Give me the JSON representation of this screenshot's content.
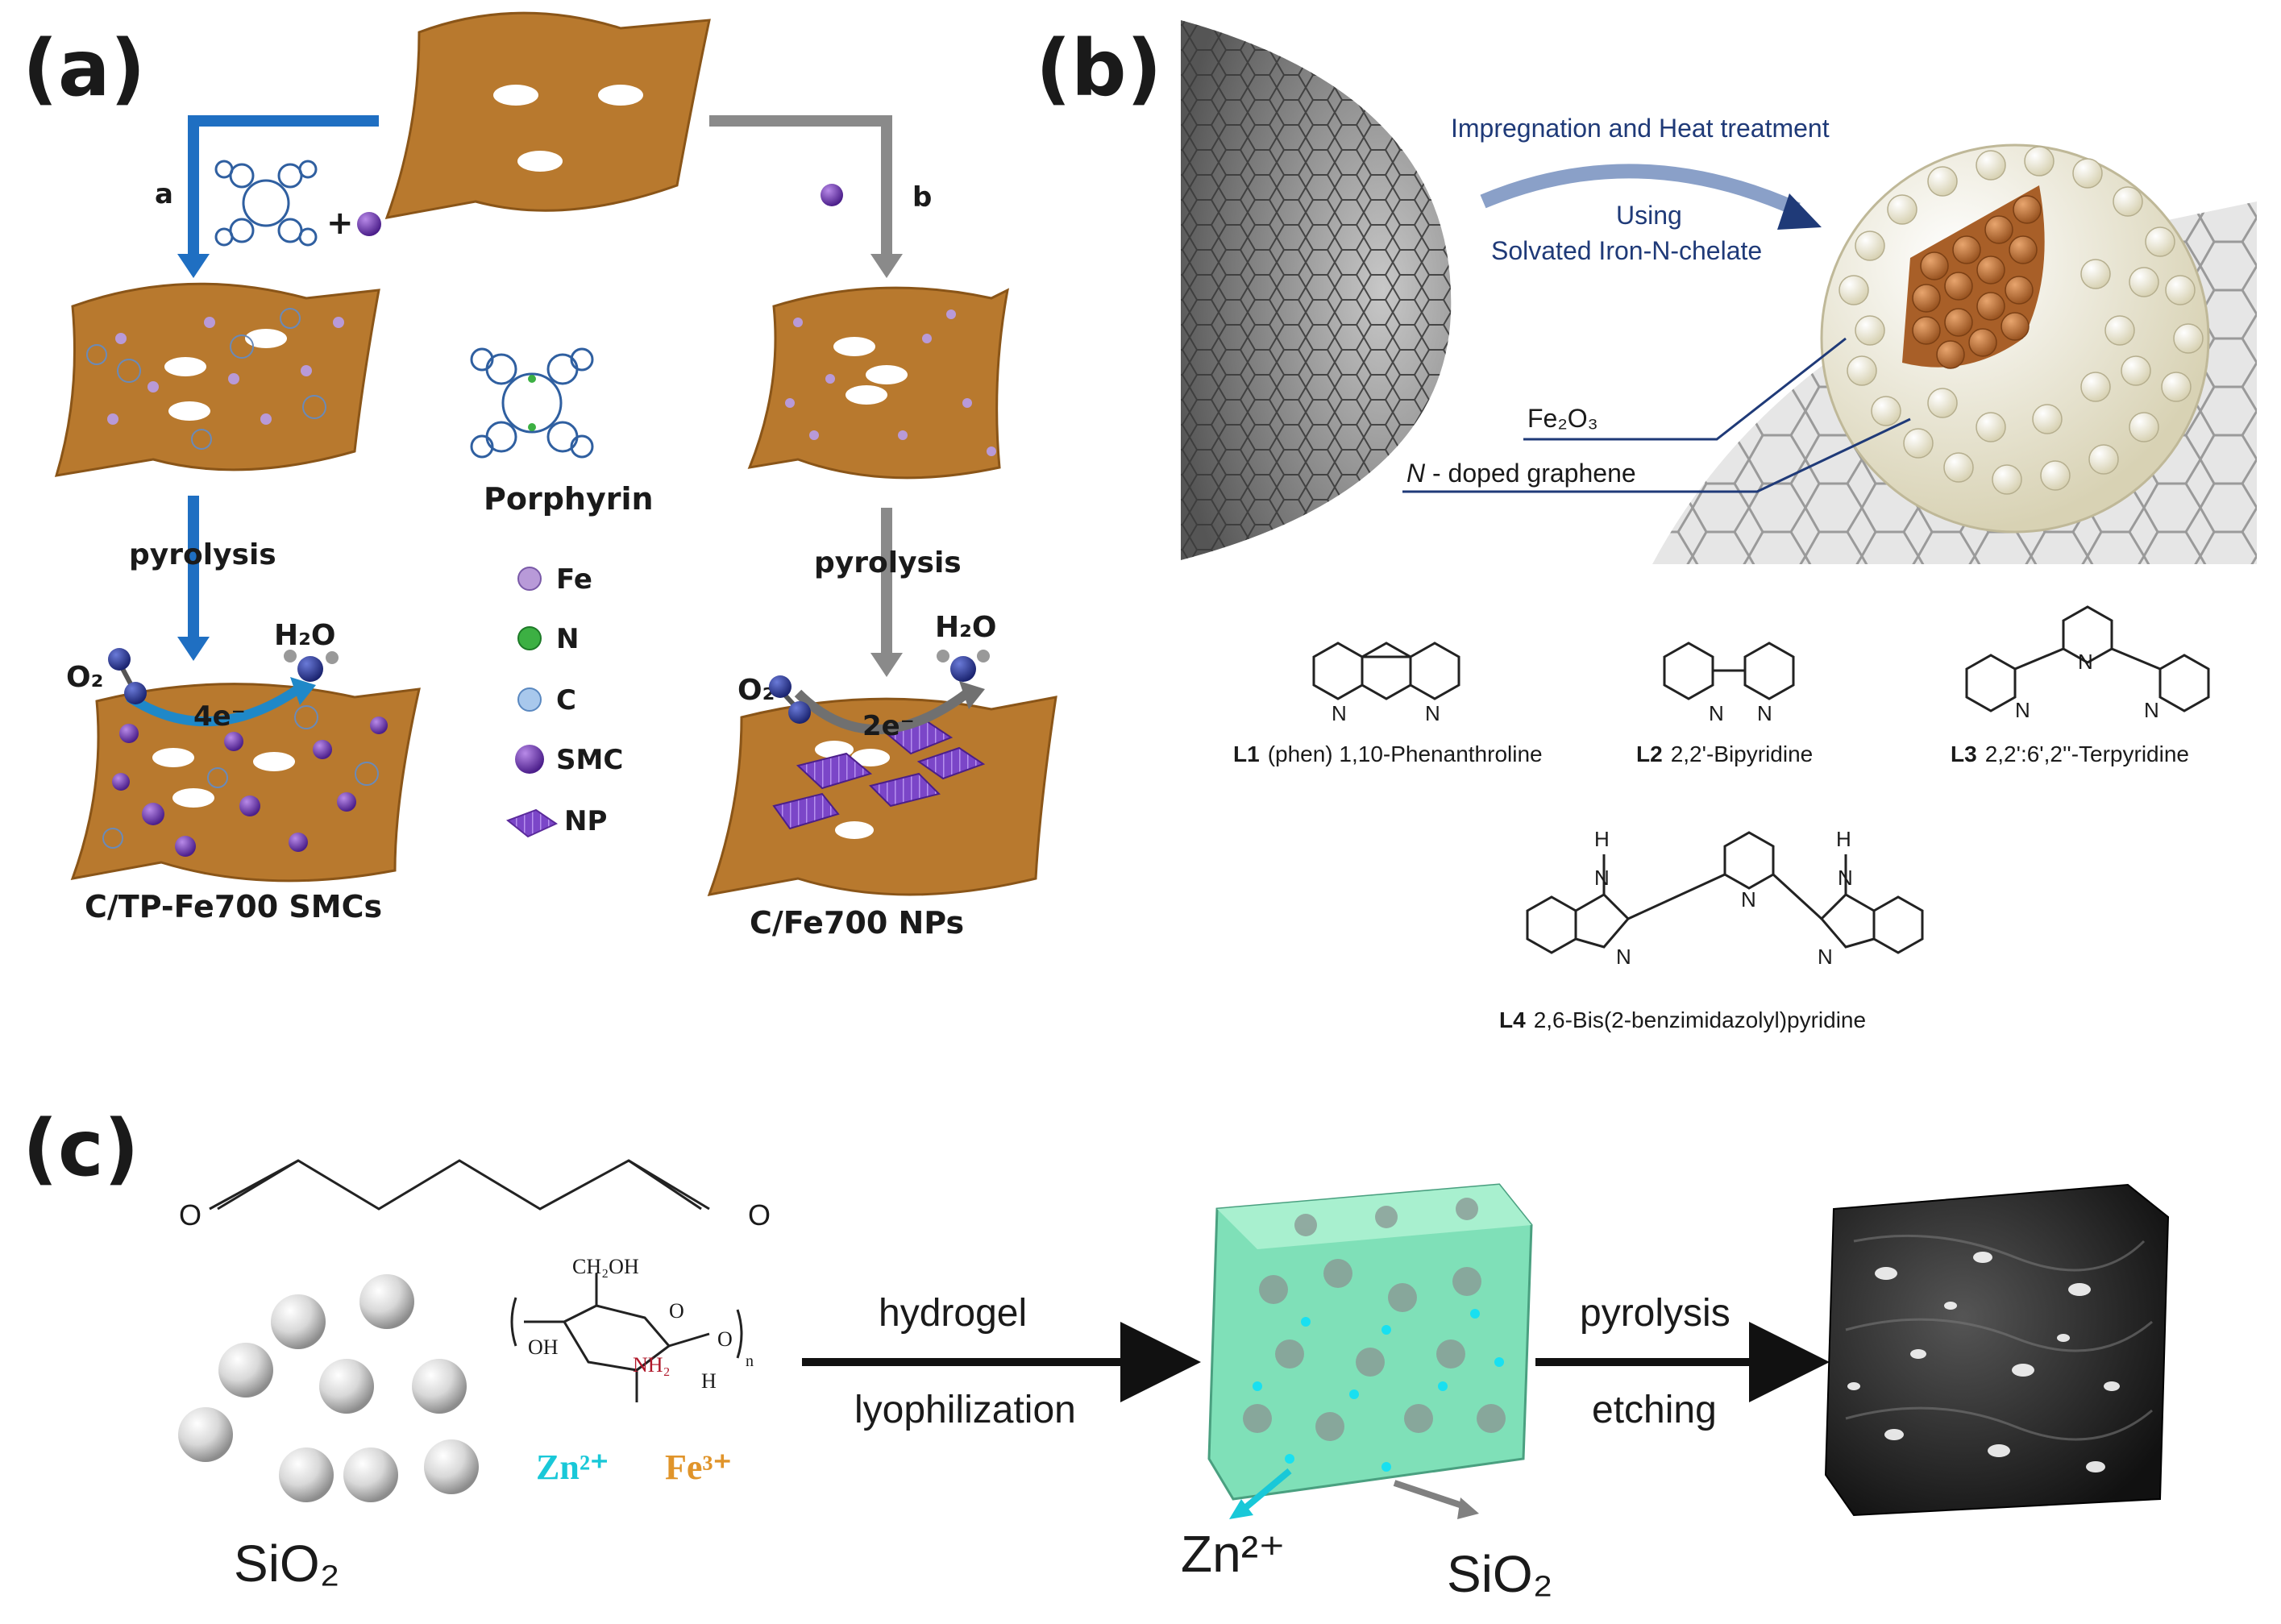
{
  "panel_a": {
    "label": "(a)",
    "route_a": "a",
    "route_b": "b",
    "plus": "+",
    "pyrolysis_left": "pyrolysis",
    "pyrolysis_right": "pyrolysis",
    "o2_left": "O₂",
    "h2o_left": "H₂O",
    "o2_right": "O₂",
    "h2o_right": "H₂O",
    "electrons_left": "4e⁻",
    "electrons_right": "2e⁻",
    "product_left": "C/TP-Fe700 SMCs",
    "product_right": "C/Fe700 NPs",
    "porphyrin": "Porphyrin",
    "legend": [
      {
        "label": "Fe",
        "color": "#b89ad8"
      },
      {
        "label": "N",
        "color": "#3cb043"
      },
      {
        "label": "C",
        "color": "#a8c8ec"
      },
      {
        "label": "SMC",
        "color": "#7a3fbf"
      },
      {
        "label": "NP",
        "color": "#8a4fd0"
      }
    ],
    "colors": {
      "sheet": "#b8792e",
      "route_a": "#1f6fc2",
      "route_b": "#8a8a8a"
    }
  },
  "panel_b": {
    "label": "(b)",
    "process_title": "Impregnation and Heat treatment",
    "process_using": "Using",
    "process_reagent": "Solvated Iron-N-chelate",
    "fe2o3": "Fe₂O₃",
    "n_doped_prefix": "N",
    "n_doped": " - doped graphene",
    "ligands": [
      {
        "code": "L1",
        "name": "(phen) 1,10-Phenanthroline"
      },
      {
        "code": "L2",
        "name": "2,2'-Bipyridine"
      },
      {
        "code": "L3",
        "name": "2,2':6',2''-Terpyridine"
      },
      {
        "code": "L4",
        "name": "2,6-Bis(2-benzimidazolyl)pyridine"
      }
    ],
    "atom_N": "N",
    "atom_H": "H"
  },
  "panel_c": {
    "label": "(c)",
    "silica": "SiO₂",
    "chitosan_ch2oh": "CH₂OH",
    "chitosan_oh": "OH",
    "chitosan_nh2": "NH₂",
    "chitosan_h": "H",
    "chitosan_o": "O",
    "chitosan_n": "n",
    "zn_ion": "Zn²⁺",
    "fe_ion": "Fe³⁺",
    "step1_top": "hydrogel",
    "step1_bottom": "lyophilization",
    "step2_top": "pyrolysis",
    "step2_bottom": "etching",
    "cube_zn": "Zn²⁺",
    "cube_sio2": "SiO₂",
    "glutaraldehyde_o": "O",
    "colors": {
      "zn": "#19c8d8",
      "fe": "#e0942a",
      "nh2": "#b0182a",
      "hydrogel": "#7fe0b8"
    }
  }
}
